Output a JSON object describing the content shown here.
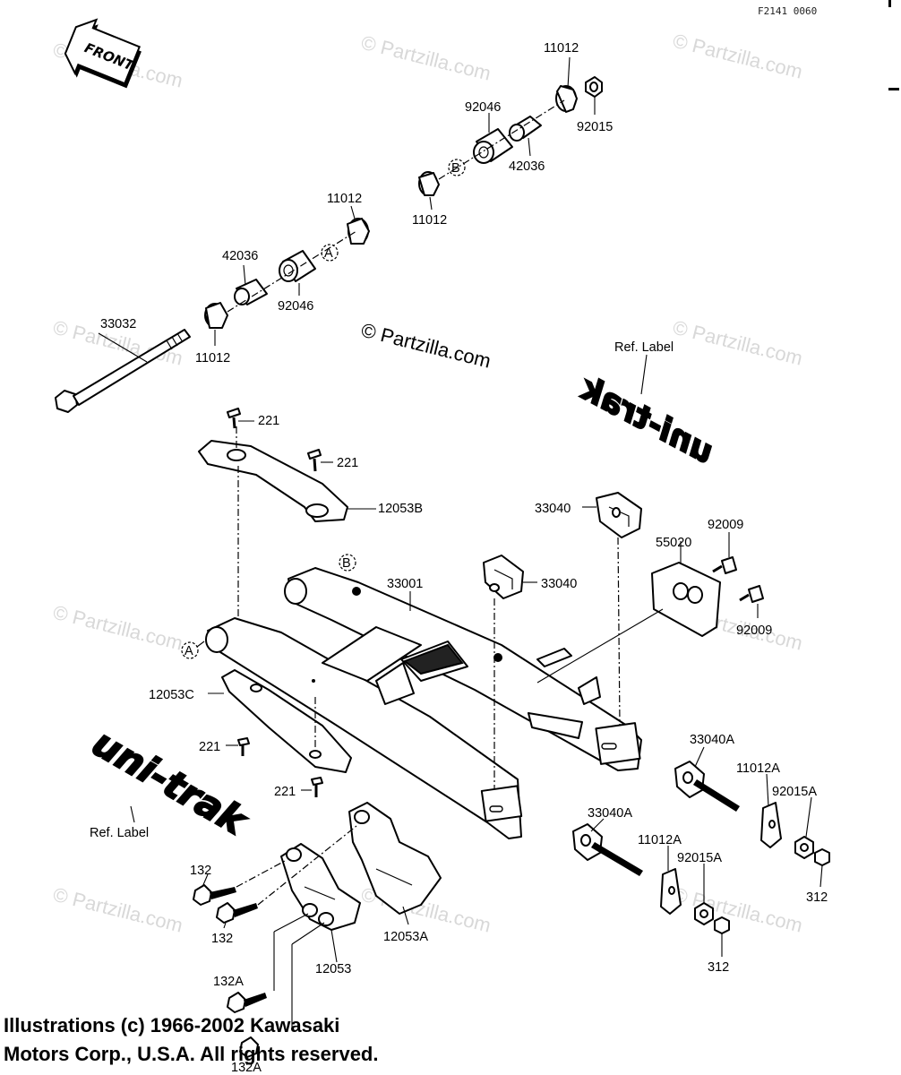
{
  "figure_code": "F2141 0060",
  "front_arrow": "FRONT",
  "watermark_main": "© Partzilla.com",
  "watermark_small": "© Partzilla.com",
  "ref_label": "Ref. Label",
  "decal_text": "uni-trak",
  "copyright_line1": "Illustrations (c) 1966-2002 Kawasaki",
  "copyright_line2": "Motors Corp., U.S.A.  All rights reserved.",
  "letters": {
    "a": "A",
    "b": "B"
  },
  "parts": {
    "p11012": "11012",
    "p11012a": "11012A",
    "p92015": "92015",
    "p92015a": "92015A",
    "p92046": "92046",
    "p42036": "42036",
    "p33032": "33032",
    "p221": "221",
    "p12053b": "12053B",
    "p12053c": "12053C",
    "p12053a": "12053A",
    "p12053": "12053",
    "p33040": "33040",
    "p33040a": "33040A",
    "p33001": "33001",
    "p55020": "55020",
    "p92009": "92009",
    "p132": "132",
    "p132a": "132A",
    "p312": "312"
  }
}
